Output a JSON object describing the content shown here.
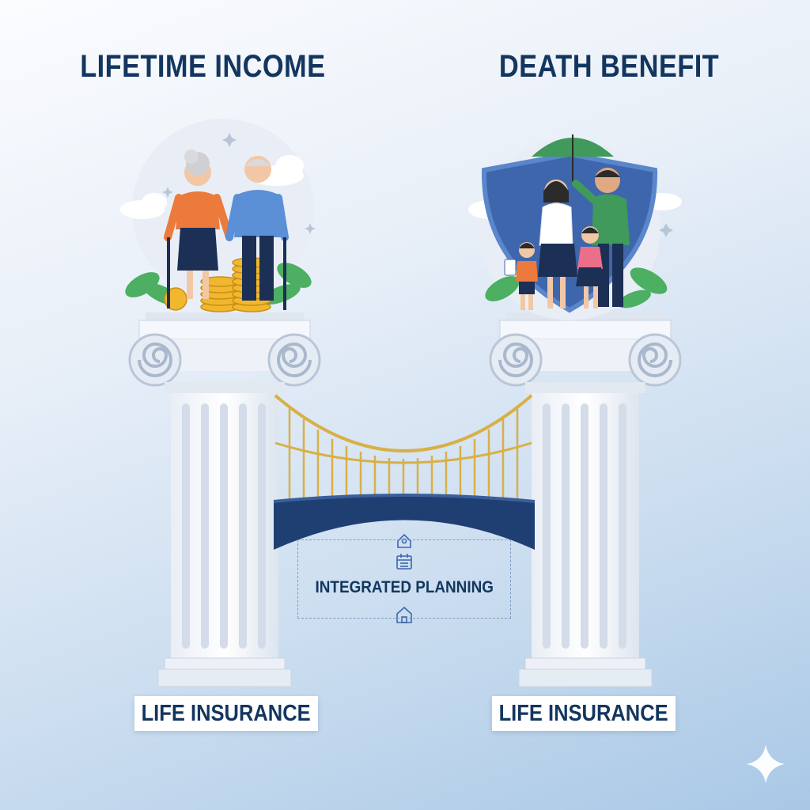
{
  "headings": {
    "left": "LIFETIME INCOME",
    "right": "DEATH BENEFIT"
  },
  "pillars": {
    "left_base_label": "LIFE INSURANCE",
    "right_base_label": "LIFE INSURANCE"
  },
  "bridge": {
    "center_label": "INTEGRATED PLANNING",
    "icons": [
      "house-location-icon",
      "calendar-icon",
      "house-icon"
    ]
  },
  "scenes": {
    "left": "retired-couple-with-coins",
    "right": "family-under-umbrella-shield"
  },
  "colors": {
    "heading": "#13365f",
    "bridge_deck": "#1f3f73",
    "cables": "#d8b046",
    "shield": "#3d66ad",
    "umbrella": "#3f9a5b",
    "coins": "#f1b82f"
  }
}
